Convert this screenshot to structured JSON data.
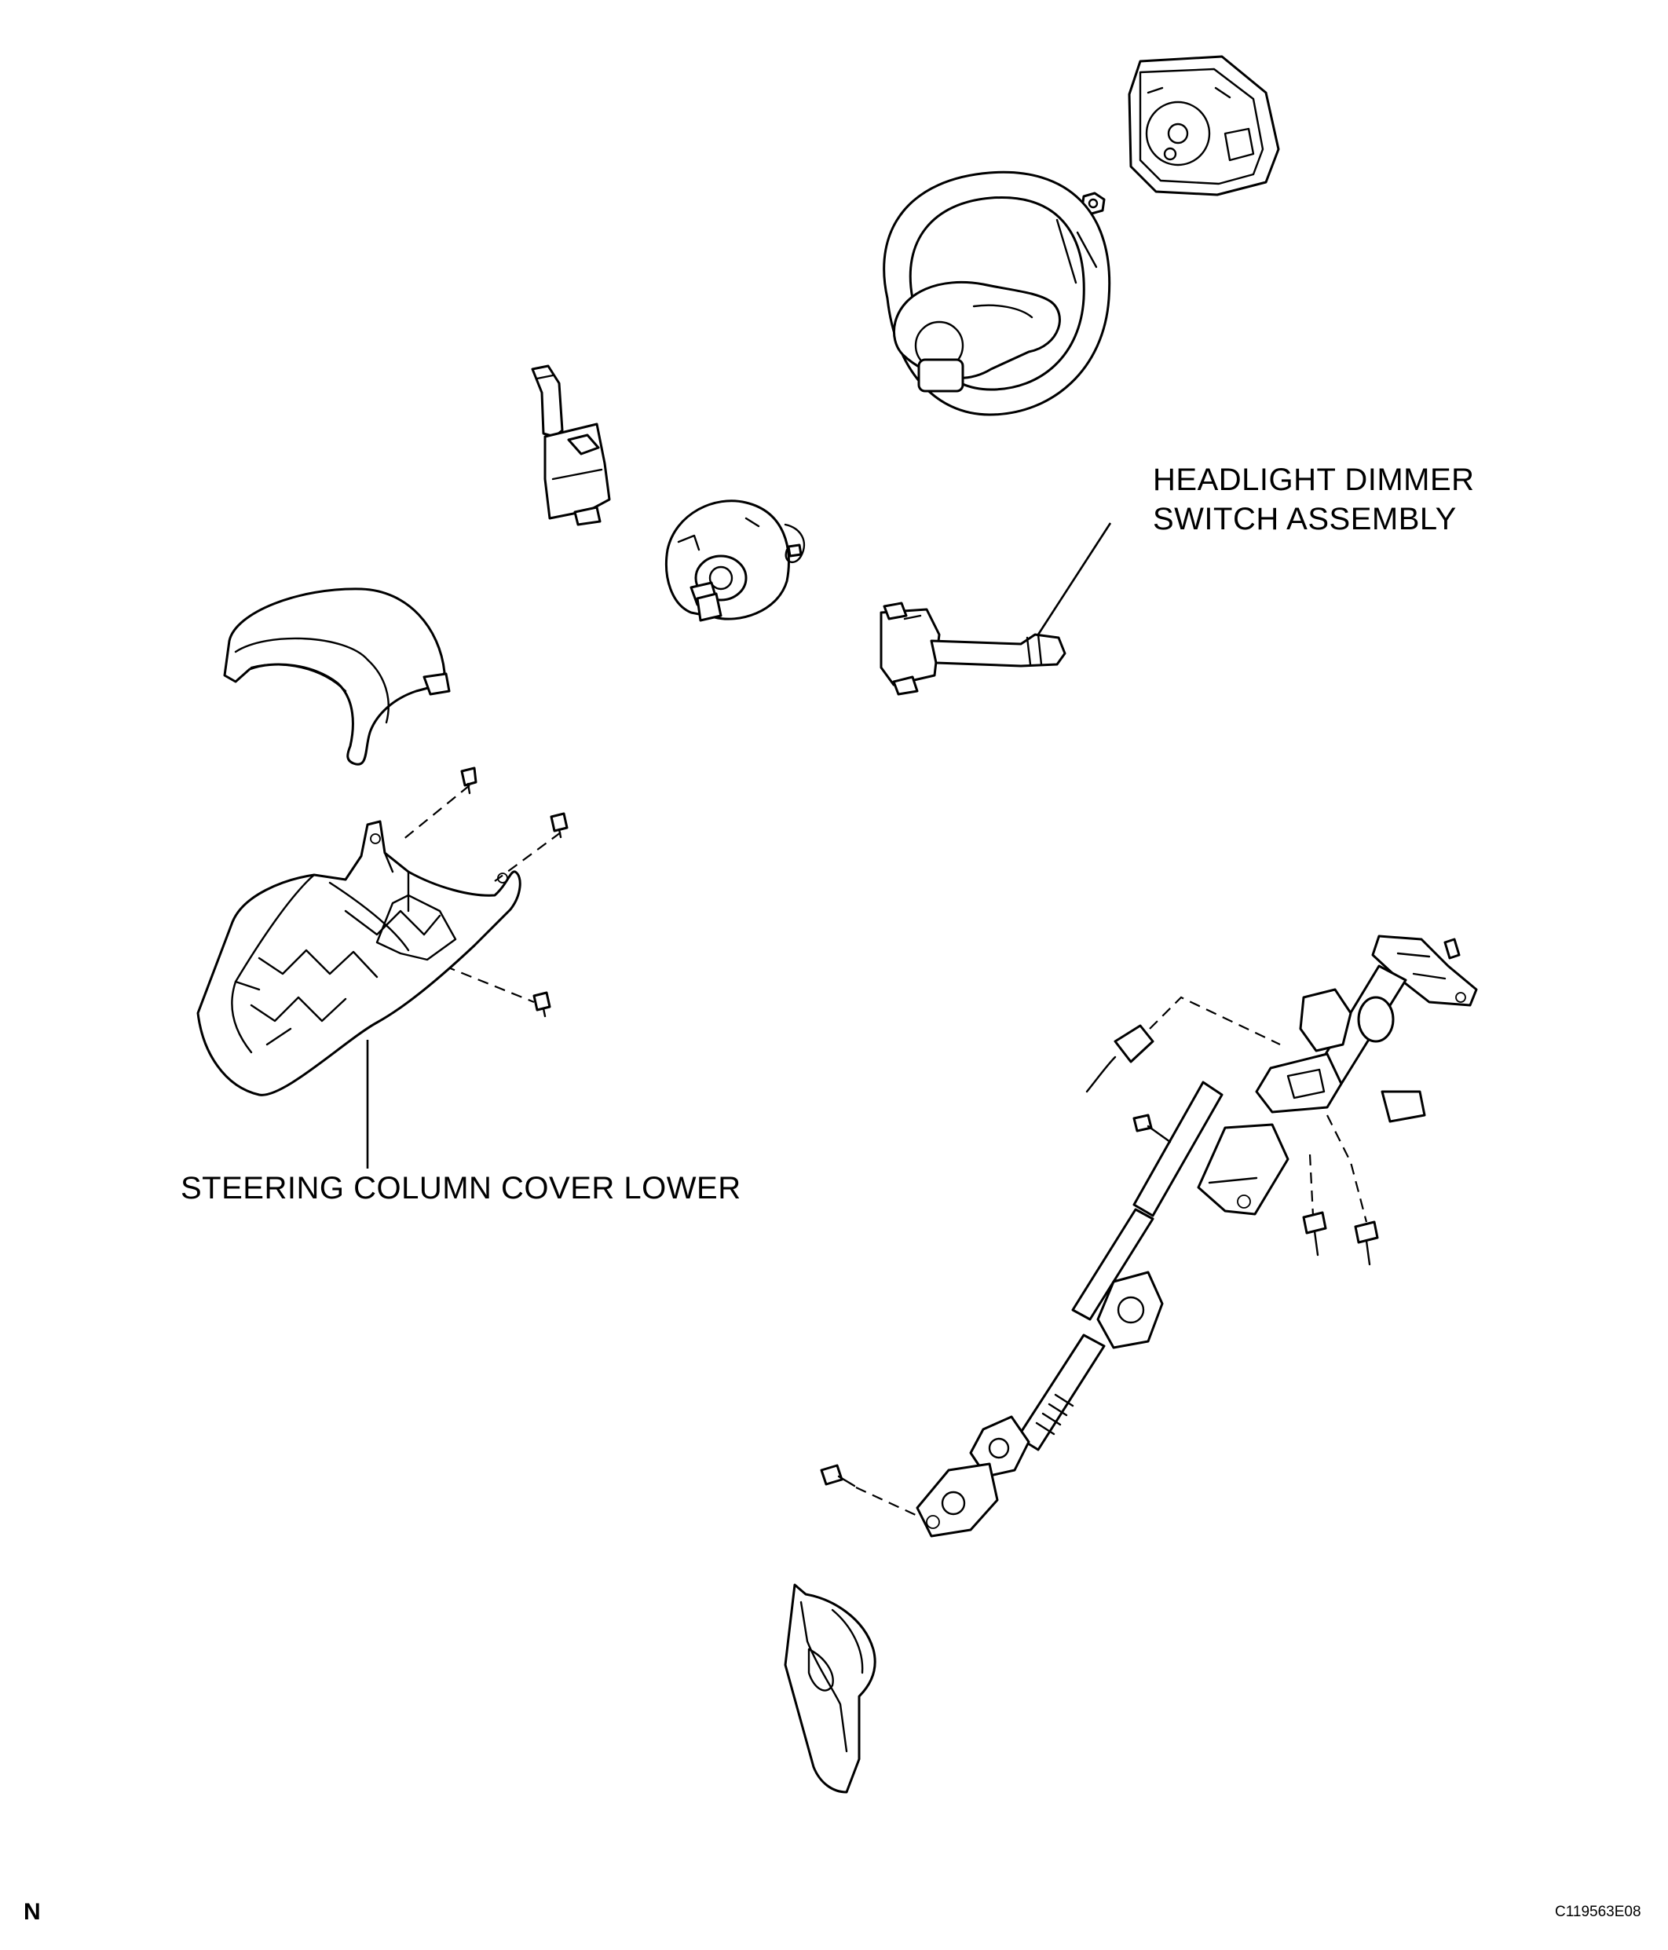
{
  "callouts": {
    "headlight_dimmer_line1": "HEADLIGHT DIMMER",
    "headlight_dimmer_line2": "SWITCH ASSEMBLY",
    "steering_column_cover_lower": "STEERING COLUMN COVER LOWER"
  },
  "corner_mark": "N",
  "figure_id": "C119563E08",
  "colors": {
    "line": "#000000",
    "background": "#ffffff"
  }
}
